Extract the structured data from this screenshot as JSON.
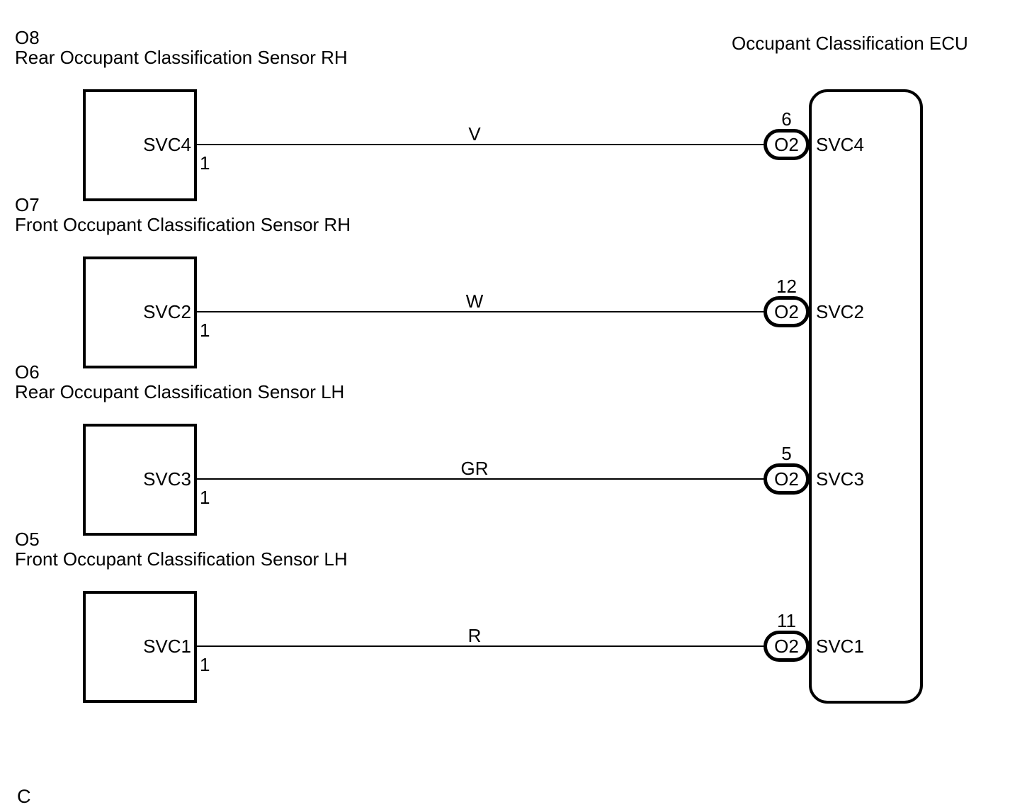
{
  "ecu": {
    "title": "Occupant Classification ECU"
  },
  "rows": [
    {
      "id": "O8",
      "name": "Rear Occupant Classification Sensor RH",
      "sensor_terminal": "SVC4",
      "sensor_pin": "1",
      "wire_color": "V",
      "ecu_pin": "6",
      "ecu_connector": "O2",
      "ecu_terminal": "SVC4"
    },
    {
      "id": "O7",
      "name": "Front Occupant Classification Sensor RH",
      "sensor_terminal": "SVC2",
      "sensor_pin": "1",
      "wire_color": "W",
      "ecu_pin": "12",
      "ecu_connector": "O2",
      "ecu_terminal": "SVC2"
    },
    {
      "id": "O6",
      "name": "Rear Occupant Classification Sensor LH",
      "sensor_terminal": "SVC3",
      "sensor_pin": "1",
      "wire_color": "GR",
      "ecu_pin": "5",
      "ecu_connector": "O2",
      "ecu_terminal": "SVC3"
    },
    {
      "id": "O5",
      "name": "Front Occupant Classification Sensor LH",
      "sensor_terminal": "SVC1",
      "sensor_pin": "1",
      "wire_color": "R",
      "ecu_pin": "11",
      "ecu_connector": "O2",
      "ecu_terminal": "SVC1"
    }
  ],
  "footer": {
    "label": "C"
  },
  "colors": {
    "line": "#000000",
    "background": "#ffffff"
  }
}
